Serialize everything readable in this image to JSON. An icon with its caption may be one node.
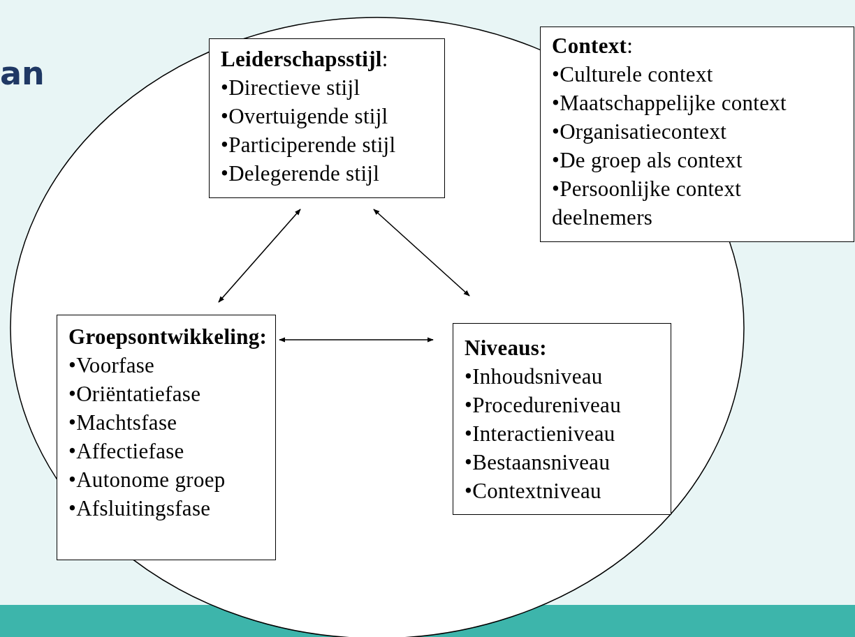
{
  "diagram": {
    "title": "an",
    "nodes": [
      {
        "text": [
          "**Leiderschapsstijl**:",
          "•Directieve stijl",
          "•Overtuigende stijl",
          "•Participerende stijl",
          "•Delegerende stijl"
        ]
      },
      {
        "text": [
          "**Context**:",
          "•Culturele context",
          "•Maatschappelijke context",
          "•Organisatiecontext",
          "•De groep als context",
          "•Persoonlijke context deelnemers"
        ]
      },
      {
        "text": [
          "Groepsontwikkeling:",
          "•Voorfase",
          "•Oriëntatiefase",
          "•Machtsfase",
          "•Affectiefase",
          "•Autonome groep",
          "•Afsluitingsfase"
        ]
      },
      {
        "text": [
          "Niveaus:",
          "•Inhoudsniveau",
          "•Procedureniveau",
          "•Interactieniveau",
          "•Bestaansniveau",
          "•Contextniveau"
        ]
      }
    ],
    "edges": [
      {
        "from": 0,
        "to": 2,
        "arrow": "both"
      },
      {
        "from": 0,
        "to": 3,
        "arrow": "both"
      },
      {
        "from": 2,
        "to": 3,
        "arrow": "both"
      }
    ]
  }
}
